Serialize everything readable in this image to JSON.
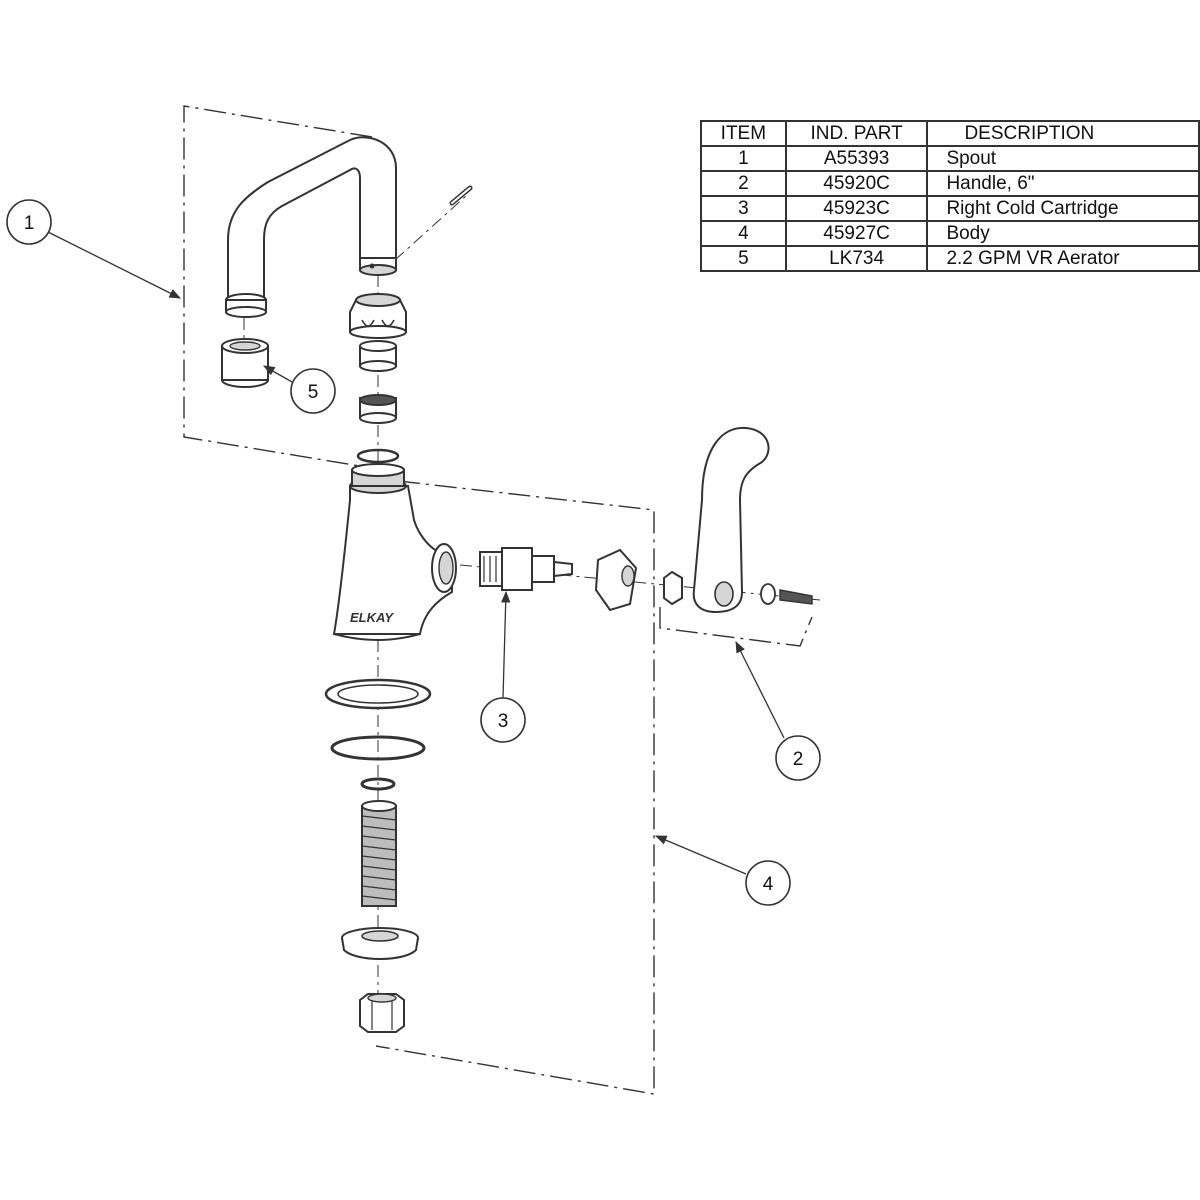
{
  "table": {
    "headers": [
      "ITEM",
      "IND. PART",
      "DESCRIPTION"
    ],
    "rows": [
      {
        "item": "1",
        "part": "A55393",
        "description": "Spout"
      },
      {
        "item": "2",
        "part": "45920C",
        "description": "Handle, 6\""
      },
      {
        "item": "3",
        "part": "45923C",
        "description": "Right Cold Cartridge"
      },
      {
        "item": "4",
        "part": "45927C",
        "description": "Body"
      },
      {
        "item": "5",
        "part": "LK734",
        "description": "2.2 GPM VR Aerator"
      }
    ]
  },
  "callouts": [
    "1",
    "2",
    "3",
    "4",
    "5"
  ],
  "body_brand": "ELKAY",
  "colors": {
    "line": "#333333",
    "fill": "#ffffff",
    "shade": "#d6d6d6",
    "dark": "#555555"
  }
}
